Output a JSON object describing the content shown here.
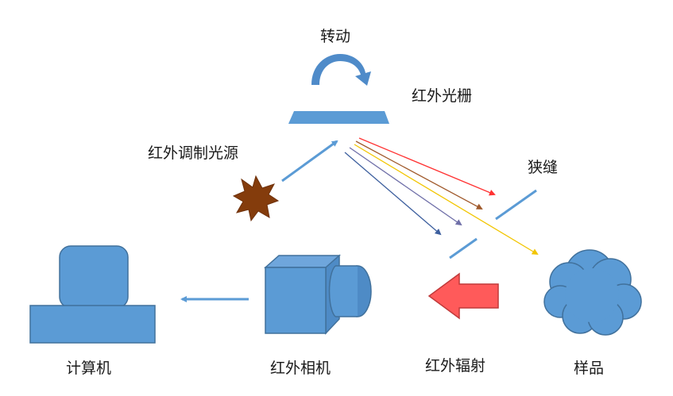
{
  "labels": {
    "rotation": "转动",
    "grating": "红外光栅",
    "ir_source": "红外调制光源",
    "slit": "狭缝",
    "computer": "计算机",
    "ir_camera": "红外相机",
    "ir_radiation": "红外辐射",
    "sample": "样品"
  },
  "colors": {
    "primary_blue": "#5b9bd5",
    "dark_blue": "#41719c",
    "sun_fill": "#843c0c",
    "radiation_arrow": "#ff5050",
    "rays": [
      "#ff3333",
      "#a05a2c",
      "#f2c500",
      "#6f6fa8",
      "#3d5f9e"
    ]
  },
  "icons": {
    "rotation": "curved-arrow-icon",
    "source": "sun-icon",
    "sample": "cloud-icon",
    "camera": "camera-icon",
    "computer": "computer-icon"
  }
}
